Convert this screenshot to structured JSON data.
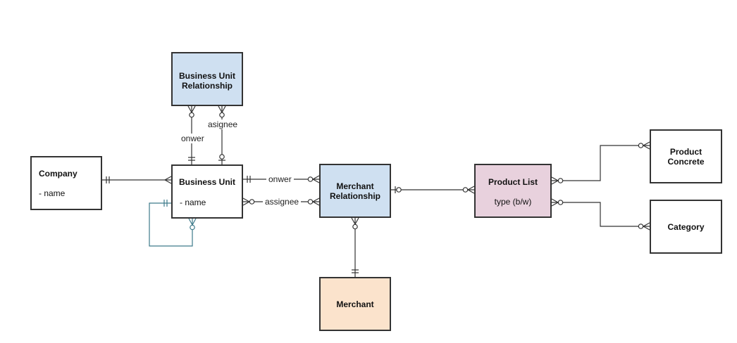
{
  "colors": {
    "line": "#333333",
    "self_loop": "#3d7a8a",
    "relationship_fill": "#cfe0f1",
    "merchant_fill": "#fbe3cc",
    "product_list_fill": "#e8d1dd",
    "plain_fill": "#ffffff"
  },
  "entities": {
    "bu_relationship": {
      "title_line1": "Business Unit",
      "title_line2": "Relationship"
    },
    "company": {
      "title": "Company",
      "attr": "- name"
    },
    "business_unit": {
      "title": "Business Unit",
      "attr": "- name"
    },
    "merchant_relationship": {
      "title_line1": "Merchant",
      "title_line2": "Relationship"
    },
    "merchant": {
      "title": "Merchant"
    },
    "product_list": {
      "title": "Product List",
      "attr": "type (b/w)"
    },
    "product_concrete": {
      "title_line1": "Product",
      "title_line2": "Concrete"
    },
    "category": {
      "title": "Category"
    }
  },
  "edge_labels": {
    "bu_rel_owner": "onwer",
    "bu_rel_assignee": "asignee",
    "merchant_rel_owner": "onwer",
    "merchant_rel_assignee": "assignee"
  },
  "relationships": [
    {
      "from": "Company",
      "to": "Business Unit",
      "from_end": "one-and-only-one",
      "to_end": "one-or-many"
    },
    {
      "from": "Business Unit",
      "to": "Business Unit Relationship",
      "label": "onwer",
      "from_end": "one-and-only-one",
      "to_end": "zero-or-many"
    },
    {
      "from": "Business Unit",
      "to": "Business Unit Relationship",
      "label": "asignee",
      "from_end": "zero-or-one",
      "to_end": "zero-or-many"
    },
    {
      "from": "Business Unit",
      "to": "Merchant Relationship",
      "label": "onwer",
      "from_end": "one-and-only-one",
      "to_end": "zero-or-many"
    },
    {
      "from": "Business Unit",
      "to": "Merchant Relationship",
      "label": "assignee",
      "from_end": "zero-or-many",
      "to_end": "zero-or-many"
    },
    {
      "from": "Business Unit",
      "to": "Business Unit",
      "label": "",
      "from_end": "one-and-only-one",
      "to_end": "zero-or-many"
    },
    {
      "from": "Merchant Relationship",
      "to": "Product List",
      "from_end": "zero-or-one",
      "to_end": "zero-or-many"
    },
    {
      "from": "Merchant",
      "to": "Merchant Relationship",
      "from_end": "one-and-only-one",
      "to_end": "zero-or-many"
    },
    {
      "from": "Product List",
      "to": "Product Concrete",
      "from_end": "zero-or-many",
      "to_end": "zero-or-many"
    },
    {
      "from": "Product List",
      "to": "Category",
      "from_end": "zero-or-many",
      "to_end": "zero-or-many"
    }
  ]
}
